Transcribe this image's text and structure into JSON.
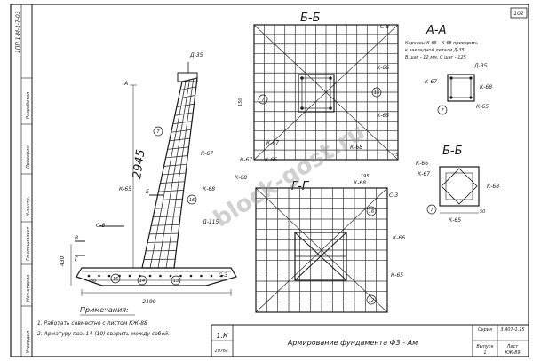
{
  "sheet": {
    "page_no": "102",
    "side_code": "1ПП 1-М-1-7-03"
  },
  "sections": {
    "bb": "Б-Б",
    "aa": "А-А",
    "b6": "Б-Б",
    "gg": "Г-Г"
  },
  "note_aa": [
    "Каркасы К-65 - К-68 приварить",
    "к закладной детали Д-35",
    "В.шаг - 12 мм, С шаг - 125"
  ],
  "labels": {
    "c8": "С-8",
    "c3": "С-3",
    "d35": "Д-35",
    "k65": "К-65",
    "k66": "К-66",
    "k67": "К-67",
    "k68": "К-68",
    "d115": "Д-115",
    "b": "Б",
    "v": "В",
    "g": "Г",
    "a": "А"
  },
  "bubbles": {
    "b7": "7",
    "b16": "16",
    "b14": "14",
    "b13": "13",
    "b15": "15",
    "b12": "12",
    "b7b": "7"
  },
  "dims": {
    "d2945": "2945",
    "d2190": "2190",
    "d430": "430",
    "d50": "50",
    "d150": "150",
    "d75": "75",
    "d195": "195"
  },
  "notes": {
    "heading": "Примечания:",
    "items": [
      "1. Работать совместно с листом КЖ-88",
      "2. Арматуру поз. 14 (10) сварить между собой."
    ]
  },
  "title_block": {
    "sheet_code": "1.К",
    "year": "1976г.",
    "title": "Армирование фундамента Ф3 - Ам",
    "series_label": "Серия",
    "series": "3.407-1.15",
    "issue_label": "Выпуск",
    "issue": "1",
    "sheet_label": "Лист",
    "sheet": "КЖ-89"
  },
  "side_stamp": [
    "Разработал",
    "Проверил",
    "Н.контр.",
    "Гл.специалист",
    "Нач.отдела",
    "Утвердил"
  ],
  "watermark": "block-gost.ru"
}
